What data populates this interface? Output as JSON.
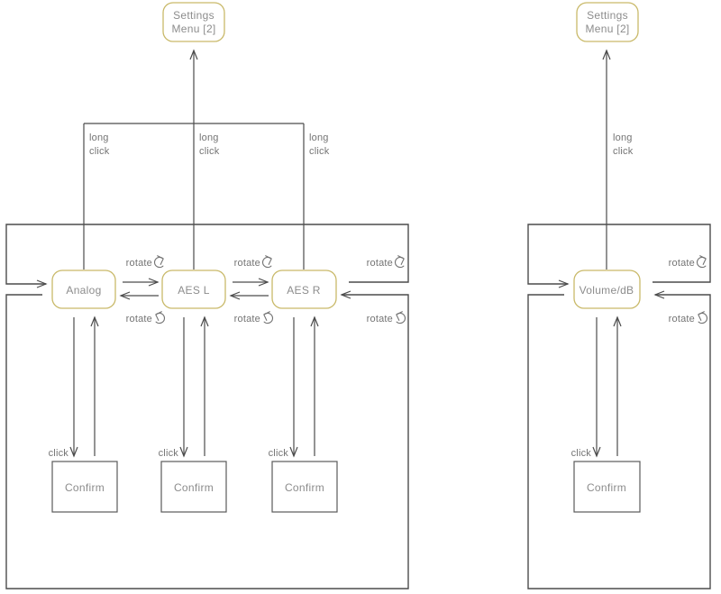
{
  "diagram": {
    "settings_menu": {
      "line1": "Settings",
      "line2": "Menu [2]"
    },
    "states": {
      "analog": "Analog",
      "aes_l": "AES L",
      "aes_r": "AES R",
      "volume_db": "Volume/dB"
    },
    "confirm_label": "Confirm",
    "actions": {
      "long": "long",
      "click": "click",
      "rotate": "rotate"
    },
    "colors": {
      "state_border": "#c9b969",
      "flow_line": "#4c4c4c",
      "annotation_text": "#747474",
      "node_text": "#8c8c8c"
    }
  }
}
